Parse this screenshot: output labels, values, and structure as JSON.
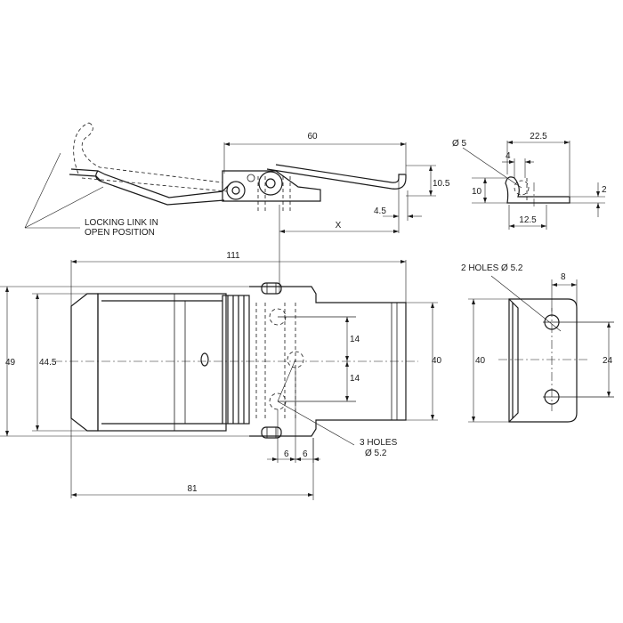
{
  "callouts": {
    "locking_link_line1": "LOCKING LINK IN",
    "locking_link_line2": "OPEN POSITION",
    "holes_plate_line1": "3 HOLES",
    "holes_plate_line2": "Ø 5.2",
    "holes_keeper": "2 HOLES Ø 5.2"
  },
  "dimensions": {
    "side_length": "60",
    "side_height": "10.5",
    "side_hook": "4.5",
    "side_x": "X",
    "keeper_diameter": "Ø 5",
    "keeper_width": "22.5",
    "keeper_offset": "4",
    "keeper_height": "10",
    "keeper_thickness": "2",
    "keeper_base": "12.5",
    "overall_length": "111",
    "overall_height": "49",
    "body_height": "44.5",
    "plate_height": "40",
    "hole_pitch_upper": "14",
    "hole_pitch_lower": "14",
    "hole_offset_left": "6",
    "hole_offset_right": "6",
    "base_length": "81",
    "keeper_hole_offset": "8",
    "keeper_plate_height": "40",
    "keeper_hole_pitch": "24"
  }
}
